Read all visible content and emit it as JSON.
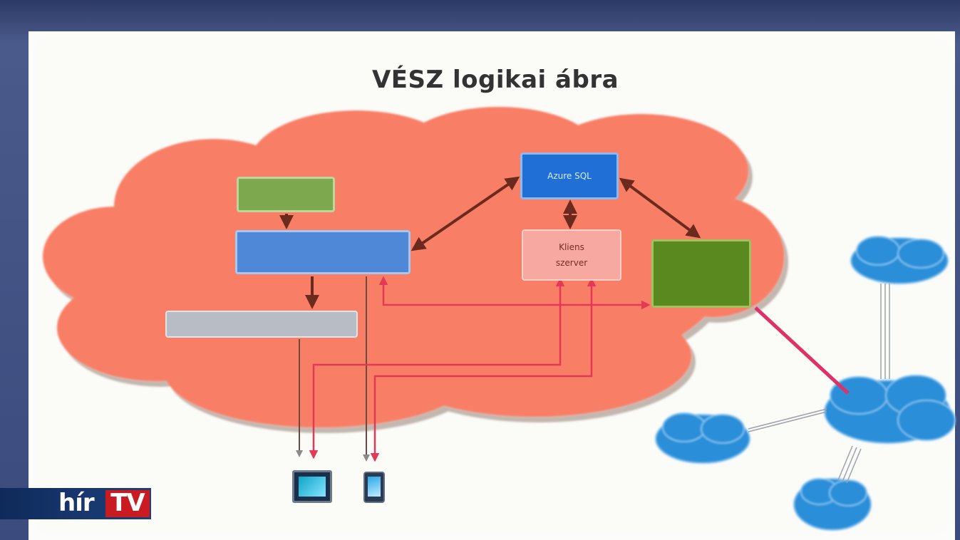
{
  "slide": {
    "title": "VÉSZ logikai ábra"
  },
  "diagram": {
    "boxes": {
      "azure": "Azure SQL",
      "client": "Kliens\nszerver",
      "green_top": "",
      "blue_main": "",
      "gray": "",
      "dark_green": ""
    },
    "cloud_colors": {
      "main_cloud": "#f97e66",
      "small_clouds": "#2b8fd8"
    },
    "arrow_colors": {
      "dark": "#6b2a1e",
      "red": "#e23a55",
      "pink_link": "#e0306a"
    }
  },
  "devices": {
    "tablet_caption": "",
    "phone_caption": ""
  },
  "logo": {
    "part1": "hír",
    "part2": "TV",
    "red": "#c81c22",
    "navy": "#0f2a5a"
  }
}
